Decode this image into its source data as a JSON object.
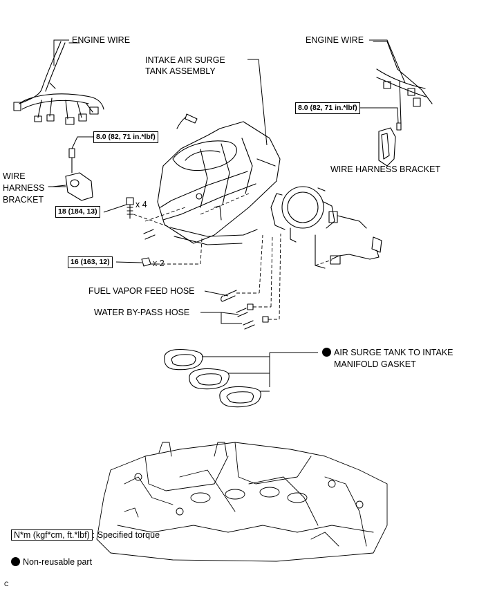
{
  "labels": {
    "engine_wire_left": "ENGINE WIRE",
    "engine_wire_right": "ENGINE WIRE",
    "intake_line1": "INTAKE AIR SURGE",
    "intake_line2": "TANK ASSEMBLY",
    "wire_harness_bracket_right": "WIRE HARNESS BRACKET",
    "wire_harness_left_1": "WIRE",
    "wire_harness_left_2": "HARNESS",
    "wire_harness_left_3": "BRACKET",
    "fuel_vapor_feed_hose": "FUEL VAPOR FEED HOSE",
    "water_bypass_hose": "WATER BY-PASS HOSE",
    "gasket_line1": "AIR SURGE TANK TO INTAKE",
    "gasket_line2": "MANIFOLD GASKET",
    "corner_code": "C"
  },
  "torques": {
    "t1": "8.0 (82, 71 in.*lbf)",
    "t2": "8.0 (82, 71 in.*lbf)",
    "t3": "18 (184, 13)",
    "t4": "16 (163, 12)"
  },
  "multipliers": {
    "m1": "x 4",
    "m2": "x 2"
  },
  "legend": {
    "torque_unit": "N*m (kgf*cm, ft.*lbf)",
    "torque_desc": ": Specified torque",
    "nonreusable": "Non-reusable part"
  }
}
